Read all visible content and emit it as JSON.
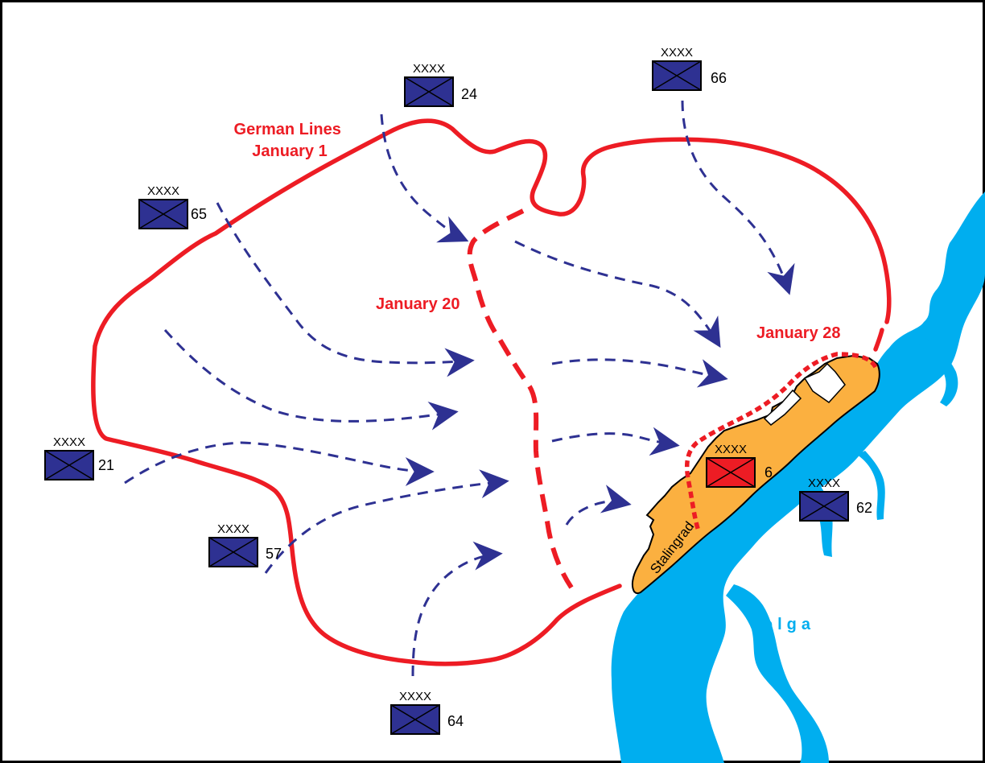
{
  "labels": {
    "german_lines_line1": "German Lines",
    "german_lines_line2": "January 1",
    "jan20": "January 20",
    "jan28": "January 28",
    "river": "Volga",
    "city": "Stalingrad"
  },
  "units": [
    {
      "id": "24",
      "size": "XXXX",
      "side": "soviet"
    },
    {
      "id": "66",
      "size": "XXXX",
      "side": "soviet"
    },
    {
      "id": "65",
      "size": "XXXX",
      "side": "soviet"
    },
    {
      "id": "21",
      "size": "XXXX",
      "side": "soviet"
    },
    {
      "id": "57",
      "size": "XXXX",
      "side": "soviet"
    },
    {
      "id": "64",
      "size": "XXXX",
      "side": "soviet"
    },
    {
      "id": "62",
      "size": "XXXX",
      "side": "soviet"
    },
    {
      "id": "6",
      "size": "XXXX",
      "side": "german"
    }
  ],
  "colors": {
    "soviet_unit": "#2E3192",
    "german_unit": "#ED1C24",
    "front_line": "#ED1C24",
    "arrow": "#2E3192",
    "river": "#00AEEF",
    "city": "#FBB040",
    "border": "#000000"
  }
}
